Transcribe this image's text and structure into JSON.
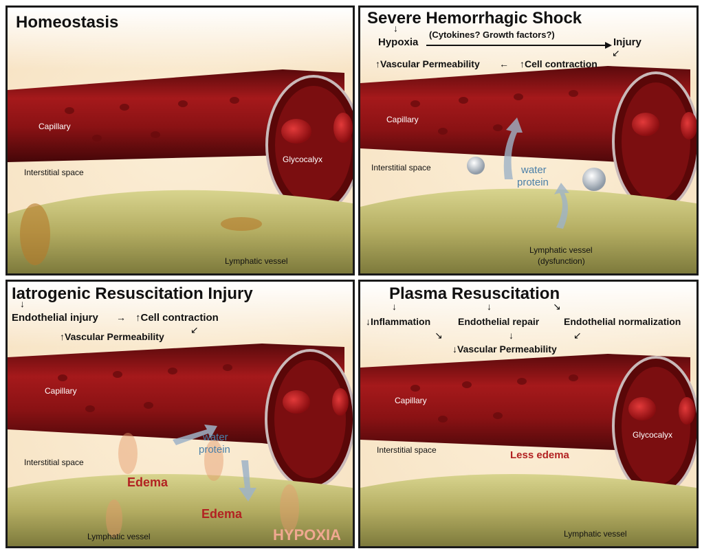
{
  "panels": [
    {
      "title": "Homeostasis",
      "labels": {
        "capillary": "Capillary",
        "glycocalyx": "Glycocalyx",
        "interstitial": "Interstitial space",
        "lymphatic": "Lymphatic vessel"
      }
    },
    {
      "title": "Severe Hemorrhagic Shock",
      "text": {
        "hypoxia": "Hypoxia",
        "cytokines": "(Cytokines? Growth factors?)",
        "injury": "Injury",
        "vasc_perm": "Vascular Permeability",
        "cell_contraction": "Cell contraction",
        "water": "water",
        "protein": "protein"
      },
      "labels": {
        "capillary": "Capillary",
        "interstitial": "Interstitial space",
        "lymphatic": "Lymphatic vessel",
        "dysfunction": "(dysfunction)"
      }
    },
    {
      "title": "Iatrogenic Resuscitation Injury",
      "text": {
        "endothelial_injury": "Endothelial injury",
        "cell_contraction": "Cell contraction",
        "vasc_perm": "Vascular Permeability",
        "water": "water",
        "protein": "protein",
        "edema1": "Edema",
        "edema2": "Edema",
        "hypoxia": "HYPOXIA"
      },
      "labels": {
        "capillary": "Capillary",
        "interstitial": "Interstitial space",
        "lymphatic": "Lymphatic vessel"
      }
    },
    {
      "title": "Plasma Resuscitation",
      "text": {
        "inflammation": "Inflammation",
        "endo_repair": "Endothelial repair",
        "endo_norm": "Endothelial normalization",
        "vasc_perm": "Vascular Permeability",
        "less_edema": "Less edema"
      },
      "labels": {
        "capillary": "Capillary",
        "glycocalyx": "Glycocalyx",
        "interstitial": "Interstitial space",
        "lymphatic": "Lymphatic vessel"
      }
    }
  ],
  "colors": {
    "vessel": "#8e1416",
    "vessel_dark": "#4a0709",
    "lymph": "#b9b26a",
    "interstitium": "#f8e7cc",
    "arrow_blue": "#9db3c7",
    "edema_red": "#b22222"
  }
}
